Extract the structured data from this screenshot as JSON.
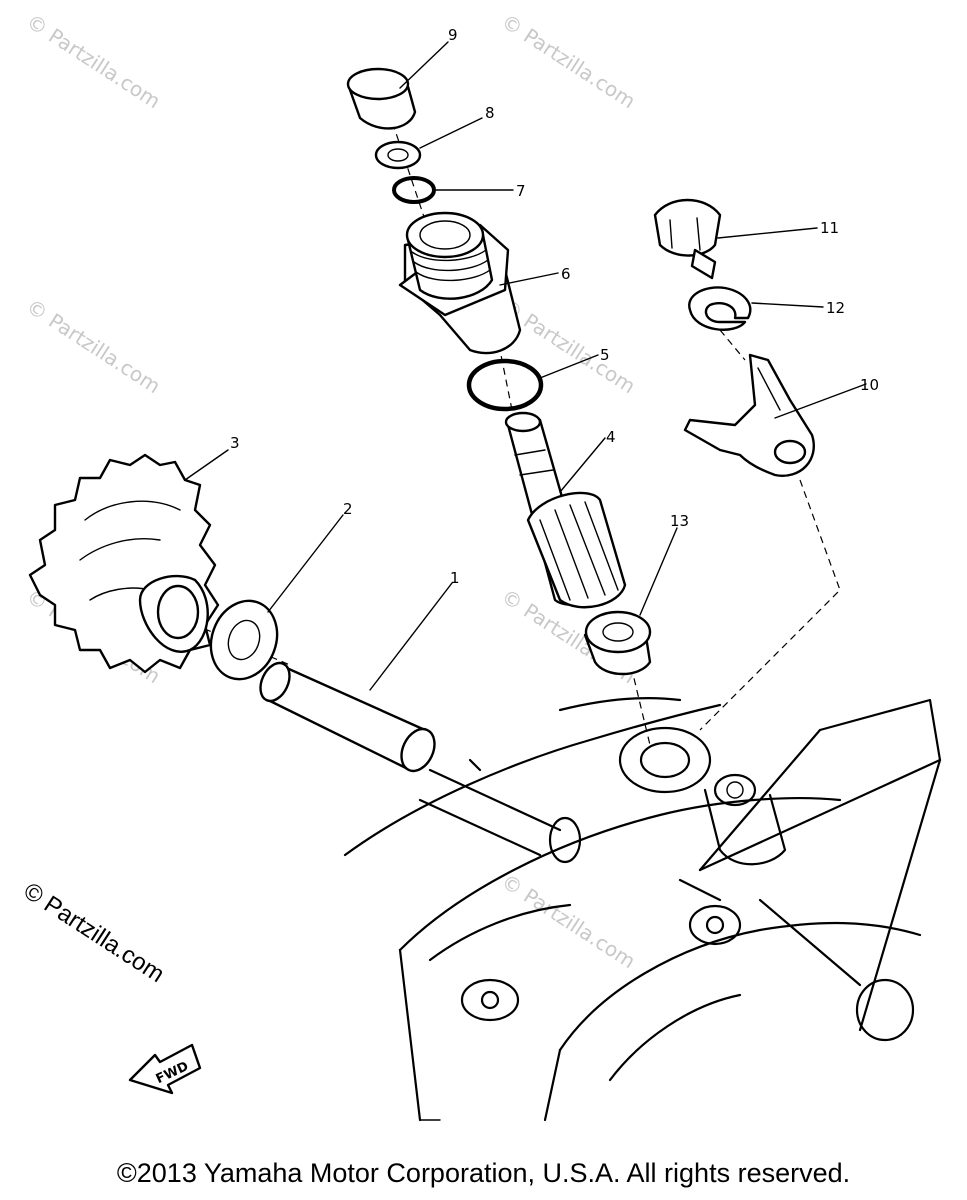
{
  "watermark": {
    "text": "© Partzilla.com",
    "main_text": "© Partzilla.com"
  },
  "callouts": [
    "1",
    "2",
    "3",
    "4",
    "5",
    "6",
    "7",
    "8",
    "9",
    "10",
    "11",
    "12",
    "13"
  ],
  "fwd_label": "FWD",
  "copyright": "©2013  Yamaha Motor Corporation, U.S.A. All rights reserved."
}
